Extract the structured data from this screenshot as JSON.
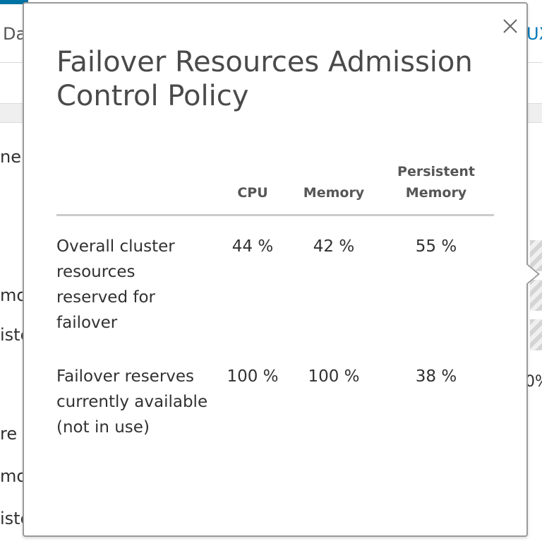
{
  "background": {
    "tab_left": "Da",
    "tab_right": "UX",
    "fragments_left": [
      "ner",
      "mor",
      "iste",
      "re",
      "mor",
      "iste"
    ],
    "fragment_right": "0%"
  },
  "popover": {
    "title": "Failover Resources Admission Control Policy",
    "close_icon": "close-icon",
    "columns": [
      {
        "label": "CPU"
      },
      {
        "label": "Memory"
      },
      {
        "label": "Persistent Memory"
      }
    ],
    "rows": [
      {
        "label": "Overall cluster resources reserved for failover",
        "cpu": "44 %",
        "memory": "42 %",
        "persistent_memory": "55 %"
      },
      {
        "label": "Failover reserves currently available (not in use)",
        "cpu": "100 %",
        "memory": "100 %",
        "persistent_memory": "38 %"
      }
    ]
  },
  "colors": {
    "accent": "#0072a3",
    "link": "#0079b8",
    "border": "#9a9a9a",
    "rule": "#cccccc"
  }
}
